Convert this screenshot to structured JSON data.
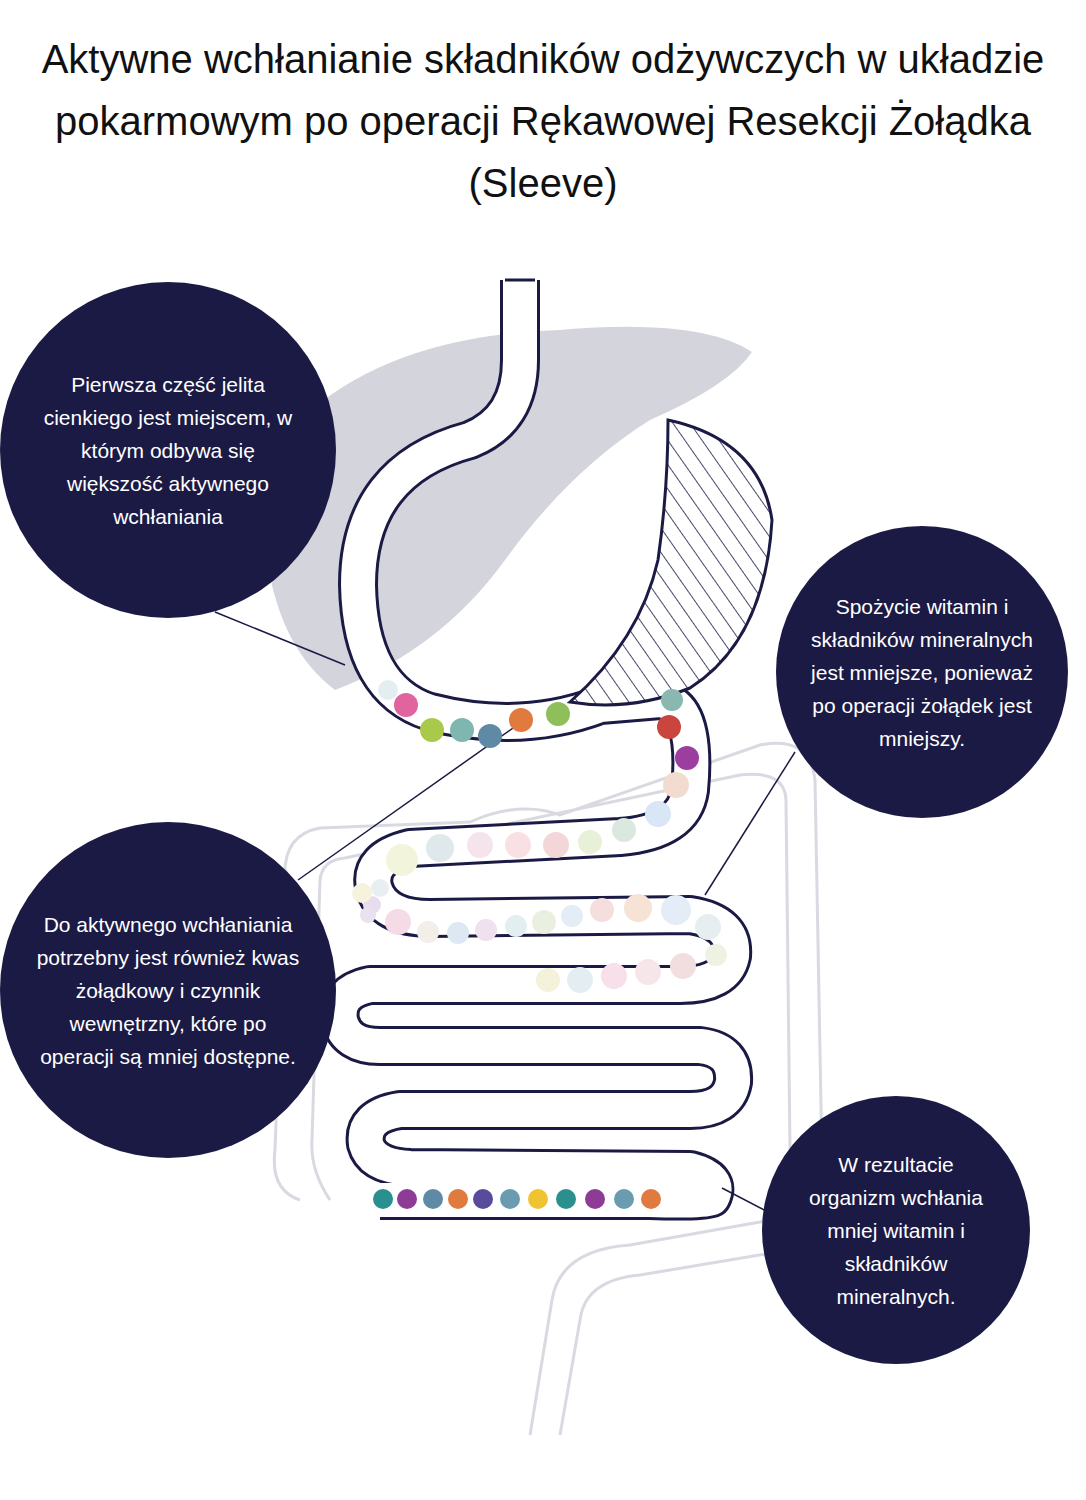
{
  "diagram": {
    "title": "Aktywne wchłanianie składników odżywczych w układzie pokarmowym po operacji Rękawowej Resekcji Żołądka (Sleeve)",
    "nodes": [
      {
        "text": [
          "Pierwsza część jelita cienkiego jest miejscem, w którym odbywa się większość aktywnego wchłaniania"
        ]
      },
      {
        "text": [
          "Spożycie witamin i składników mineralnych jest mniejsze, ponieważ po operacji żołądek jest mniejszy."
        ]
      },
      {
        "text": [
          "Do aktywnego wchłaniania potrzebny jest również kwas żołądkowy i czynnik wewnętrzny, które po operacji są mniej dostępne."
        ]
      },
      {
        "text": [
          "W rezultacie organizm wchłania mniej witamin i składników mineralnych."
        ]
      }
    ]
  }
}
